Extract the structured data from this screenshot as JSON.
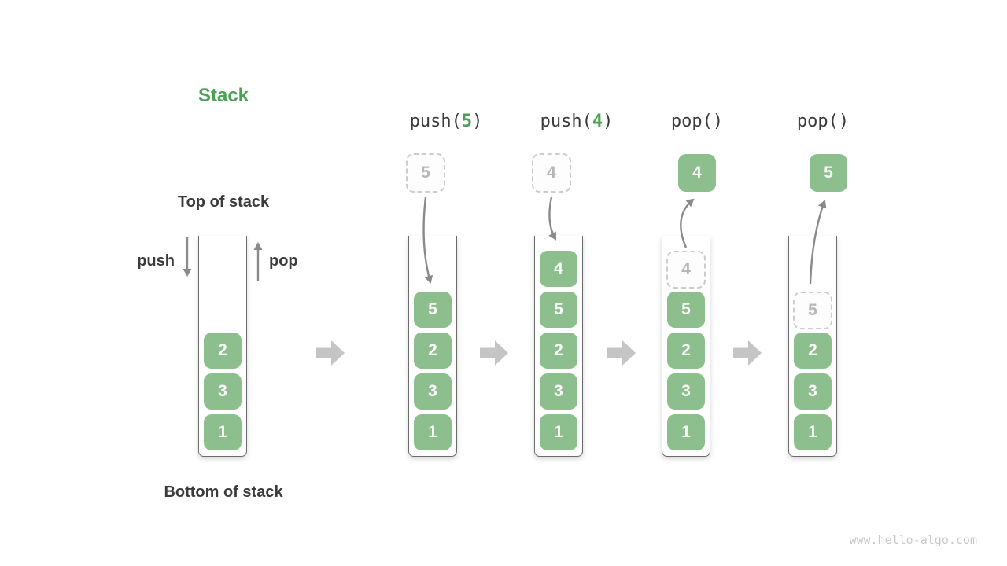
{
  "title": "Stack",
  "watermark": "www.hello-algo.com",
  "labels": {
    "top": "Top of stack",
    "bottom": "Bottom of stack",
    "push": "push",
    "pop": "pop"
  },
  "colors": {
    "green_box": "#8dbe8d",
    "green_accent": "#4ba257",
    "text_dark": "#3b3b3b",
    "arrow_gray": "#8a8a8a",
    "block_arrow_gray": "#c5c5c5",
    "dashed_border": "#cccccc",
    "dashed_text": "#b6b6b6",
    "container_border": "#6b6b6b",
    "watermark_gray": "#c8c8c8"
  },
  "columns": [
    {
      "op": null,
      "floating": null,
      "items": [
        {
          "value": "2",
          "kind": "solid"
        },
        {
          "value": "3",
          "kind": "solid"
        },
        {
          "value": "1",
          "kind": "solid"
        }
      ]
    },
    {
      "op": {
        "prefix": "push(",
        "arg": "5",
        "suffix": ")"
      },
      "floating": {
        "value": "5",
        "kind": "dashed"
      },
      "items": [
        {
          "value": "5",
          "kind": "solid"
        },
        {
          "value": "2",
          "kind": "solid"
        },
        {
          "value": "3",
          "kind": "solid"
        },
        {
          "value": "1",
          "kind": "solid"
        }
      ]
    },
    {
      "op": {
        "prefix": "push(",
        "arg": "4",
        "suffix": ")"
      },
      "floating": {
        "value": "4",
        "kind": "dashed"
      },
      "items": [
        {
          "value": "4",
          "kind": "solid"
        },
        {
          "value": "5",
          "kind": "solid"
        },
        {
          "value": "2",
          "kind": "solid"
        },
        {
          "value": "3",
          "kind": "solid"
        },
        {
          "value": "1",
          "kind": "solid"
        }
      ]
    },
    {
      "op": {
        "prefix": "pop(",
        "arg": "",
        "suffix": ")"
      },
      "floating": {
        "value": "4",
        "kind": "solid"
      },
      "items": [
        {
          "value": "4",
          "kind": "dashed"
        },
        {
          "value": "5",
          "kind": "solid"
        },
        {
          "value": "2",
          "kind": "solid"
        },
        {
          "value": "3",
          "kind": "solid"
        },
        {
          "value": "1",
          "kind": "solid"
        }
      ]
    },
    {
      "op": {
        "prefix": "pop(",
        "arg": "",
        "suffix": ")"
      },
      "floating": {
        "value": "5",
        "kind": "solid"
      },
      "items": [
        {
          "value": "5",
          "kind": "dashed"
        },
        {
          "value": "2",
          "kind": "solid"
        },
        {
          "value": "3",
          "kind": "solid"
        },
        {
          "value": "1",
          "kind": "solid"
        }
      ]
    }
  ]
}
